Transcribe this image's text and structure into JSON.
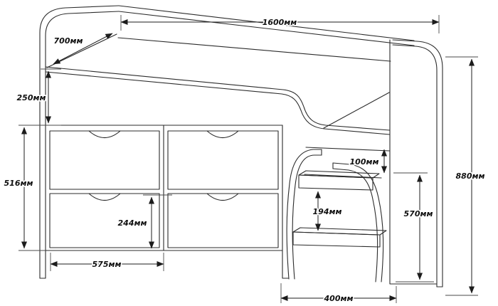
{
  "style": {
    "background": "#ffffff",
    "line_color": "#2b2b2b",
    "dimension_line_color": "#1c1c1c",
    "label_text_color": "#101010"
  },
  "drawing": {
    "unit": "мм",
    "dims": {
      "length_top": "1600мм",
      "depth": "700мм",
      "rail_height": "250мм",
      "front_section_height": "516мм",
      "drawer_height": "244мм",
      "drawer_width": "575мм",
      "platform_step_gap": "100мм",
      "step_rise": "194мм",
      "stairs_width": "400мм",
      "stairs_side_height": "570мм",
      "total_height": "880мм"
    }
  }
}
